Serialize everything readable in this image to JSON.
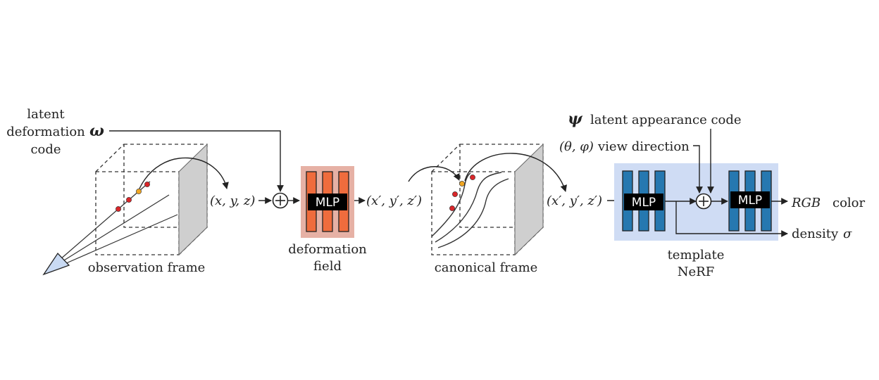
{
  "labels": {
    "latent_line1": "latent",
    "latent_line2": "deformation",
    "latent_symbol": "ω",
    "latent_line3": "code",
    "xyz": "(x, y, z)",
    "xyz_prime_1": "(x′, y′, z′)",
    "xyz_prime_2": "(x′, y′, z′)",
    "observation_frame": "observation frame",
    "canonical_frame": "canonical frame",
    "deformation_line1": "deformation",
    "deformation_line2": "field",
    "template_line1": "template",
    "template_line2": "NeRF",
    "psi_symbol": "ψ",
    "appearance_code": "latent appearance code",
    "theta_phi": "(θ, φ)",
    "view_direction": "view direction",
    "rgb_math": "RGB",
    "rgb_color": "color",
    "density": "density",
    "sigma": "σ",
    "mlp1": "MLP",
    "mlp2": "MLP",
    "mlp3": "MLP"
  },
  "colors": {
    "deformation_bg": "#e6b1a5",
    "deformation_bar": "#ef6c3d",
    "nerf_bg": "#cfdcf4",
    "nerf_bar": "#2678b0",
    "plane": "#cfcfcf",
    "camera": "#c9daf3",
    "point_red": "#d9262a",
    "point_yellow": "#f0a623",
    "mlp_label_bg": "#000000"
  }
}
